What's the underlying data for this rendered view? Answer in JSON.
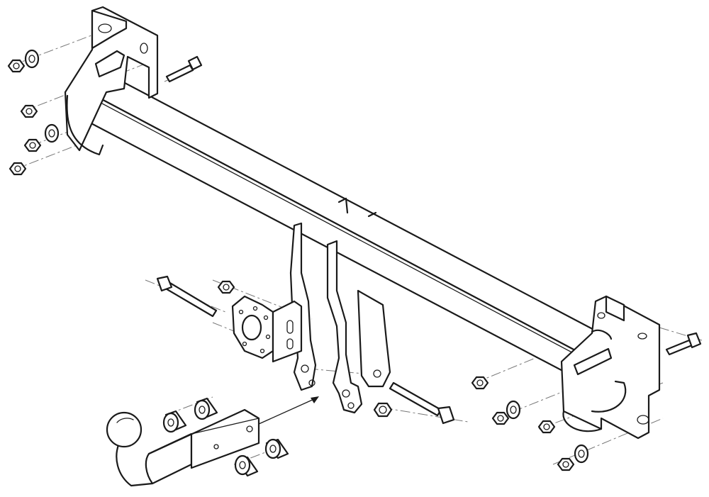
{
  "diagram": {
    "background_color": "#ffffff",
    "line_color": "#1a1a1a",
    "parts": [
      "tow-bar-crossmember",
      "left-mounting-bracket",
      "right-mounting-bracket",
      "center-drop-plates",
      "electrical-socket-plate",
      "detachable-ball-neck",
      "bolts",
      "nuts",
      "washers",
      "spacer-sleeves"
    ]
  }
}
